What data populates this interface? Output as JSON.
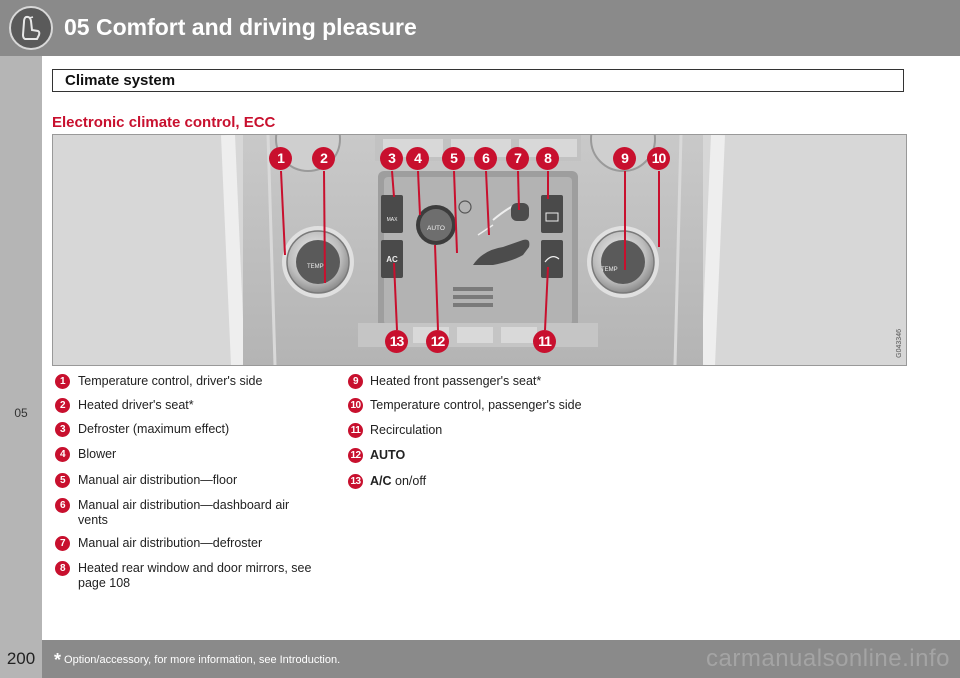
{
  "header": {
    "chapter_title": "05 Comfort and driving pleasure"
  },
  "sidebar": {
    "chapter_number": "05"
  },
  "section": {
    "title": "Climate system"
  },
  "subheading": "Electronic climate control, ECC",
  "figure": {
    "image_code": "G043346",
    "panel_labels": {
      "temp": "TEMP",
      "max": "MAX",
      "ac": "AC",
      "auto": "AUTO"
    },
    "callouts_top": [
      "1",
      "2",
      "3",
      "4",
      "5",
      "6",
      "7",
      "8",
      "9",
      "10"
    ],
    "callouts_bottom": [
      "13",
      "12",
      "11"
    ]
  },
  "legend_left": [
    {
      "num": "1",
      "text": "Temperature control, driver's side"
    },
    {
      "num": "2",
      "text": "Heated driver's seat*"
    },
    {
      "num": "3",
      "text": "Defroster (maximum effect)"
    },
    {
      "num": "4",
      "text": "Blower"
    },
    {
      "num": "5",
      "text": "Manual air distribution—floor"
    },
    {
      "num": "6",
      "text": "Manual air distribution—dashboard air vents"
    },
    {
      "num": "7",
      "text": "Manual air distribution—defroster"
    },
    {
      "num": "8",
      "text": "Heated rear window and door mirrors, see page 108"
    }
  ],
  "legend_right": [
    {
      "num": "9",
      "text": "Heated front passenger's seat*"
    },
    {
      "num": "10",
      "text": "Temperature control, passenger's side"
    },
    {
      "num": "11",
      "text": "Recirculation"
    },
    {
      "num": "12",
      "bold": "AUTO",
      "text": ""
    },
    {
      "num": "13",
      "bold": "A/C",
      "text": " on/off"
    }
  ],
  "footer": {
    "page_number": "200",
    "footnote_star": "*",
    "footnote": "Option/accessory, for more information, see Introduction.",
    "watermark": "carmanualsonline.info"
  }
}
